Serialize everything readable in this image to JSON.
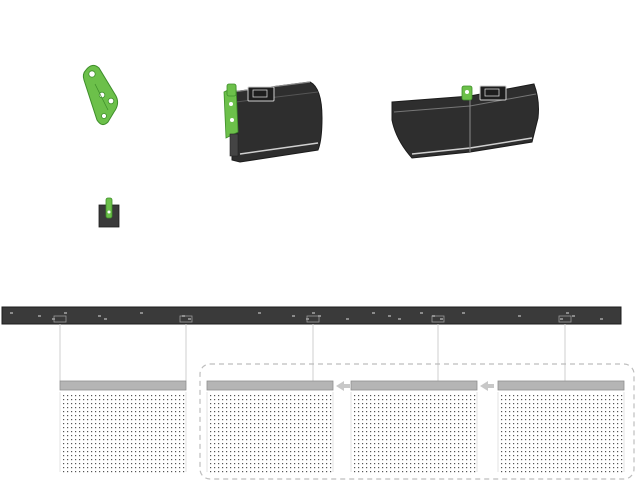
{
  "colors": {
    "accent_green": "#6cc04a",
    "accent_green_dark": "#3e8e2a",
    "panel_dark": "#2e2e2e",
    "panel_edge": "#1c1c1c",
    "rail": "#3a3a3a",
    "tile_header": "#b5b5b5",
    "dot": "#555555",
    "arrow": "#c8c8c8",
    "dashed_frame": "#bdbdbd",
    "connector_line": "#cfcfcf"
  },
  "icons": {
    "connector_part": "green-connector-bracket-icon",
    "single_module": "module-with-connector-icon",
    "joined_modules": "joined-modules-icon",
    "small_connector": "small-connector-icon"
  },
  "diagram": {
    "tile_count": 4,
    "grouped_tiles": 3,
    "arrow_count": 2
  }
}
